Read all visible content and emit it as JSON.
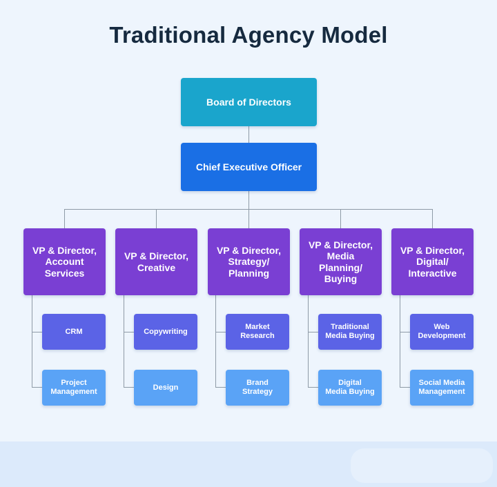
{
  "title": "Traditional Agency Model",
  "top": {
    "board": "Board of Directors",
    "ceo": "Chief Executive Officer"
  },
  "departments": [
    {
      "label": "VP & Director,\nAccount\nServices",
      "subs": [
        "CRM",
        "Project\nManagement"
      ]
    },
    {
      "label": "VP & Director,\nCreative",
      "subs": [
        "Copywriting",
        "Design"
      ]
    },
    {
      "label": "VP & Director,\nStrategy/\nPlanning",
      "subs": [
        "Market\nResearch",
        "Brand\nStrategy"
      ]
    },
    {
      "label": "VP & Director,\nMedia\nPlanning/\nBuying",
      "subs": [
        "Traditional\nMedia Buying",
        "Digital\nMedia Buying"
      ]
    },
    {
      "label": "VP & Director,\nDigital/\nInteractive",
      "subs": [
        "Web\nDevelopment",
        "Social Media\nManagement"
      ]
    }
  ],
  "colors": {
    "board": "#1aa5cc",
    "ceo": "#1a6fe5",
    "vp": "#7a3fd3",
    "sub_primary": "#5b63e6",
    "sub_secondary": "#5aa3f6",
    "connector": "#8e9aa6"
  }
}
